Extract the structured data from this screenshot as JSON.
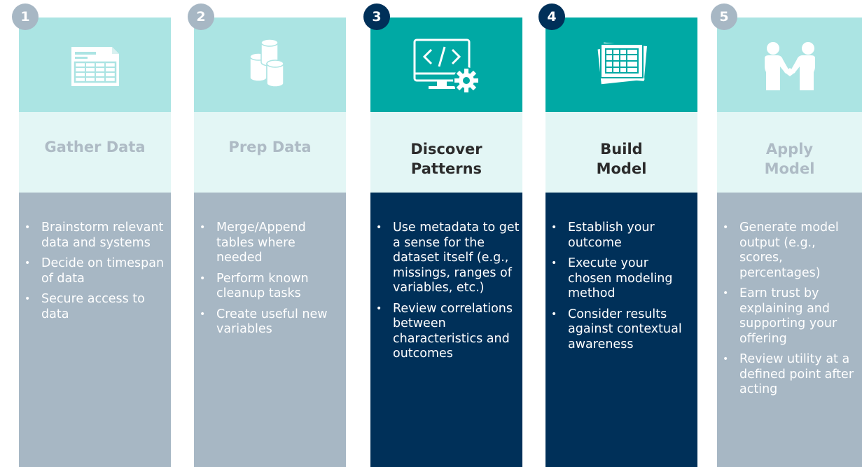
{
  "steps": [
    {
      "number": "1",
      "title": "Gather Data",
      "icon": "spreadsheet-icon",
      "bullets": [
        "Brainstorm relevant data and systems",
        "Decide on timespan of data",
        "Secure access to data"
      ]
    },
    {
      "number": "2",
      "title": "Prep Data",
      "icon": "database-cylinders-icon",
      "bullets": [
        "Merge/Append tables where needed",
        "Perform known cleanup tasks",
        "Create useful new variables"
      ]
    },
    {
      "number": "3",
      "title": "Discover\nPatterns",
      "icon": "code-monitor-gear-icon",
      "bullets": [
        "Use metadata to get a sense for the dataset itself (e.g., missings, ranges of variables, etc.)",
        "Review correlations between characteristics and outcomes"
      ]
    },
    {
      "number": "4",
      "title": "Build\nModel",
      "icon": "grid-document-icon",
      "bullets": [
        "Establish your outcome",
        "Execute your chosen modeling method",
        "Consider results against contextual awareness"
      ]
    },
    {
      "number": "5",
      "title": "Apply\nModel",
      "icon": "handshake-icon",
      "bullets": [
        "Generate model output (e.g., scores, percentages)",
        "Earn trust by explaining and supporting your offering",
        "Review utility at a defined point after acting"
      ]
    }
  ],
  "colors": {
    "light_top": "#abe4e3",
    "light_title_band": "#e3f6f5",
    "light_body": "#a7b7c4",
    "dark_top": "#00a9a4",
    "dark_body": "#003059",
    "badge_light": "#a7b7c4",
    "badge_dark": "#003059"
  }
}
